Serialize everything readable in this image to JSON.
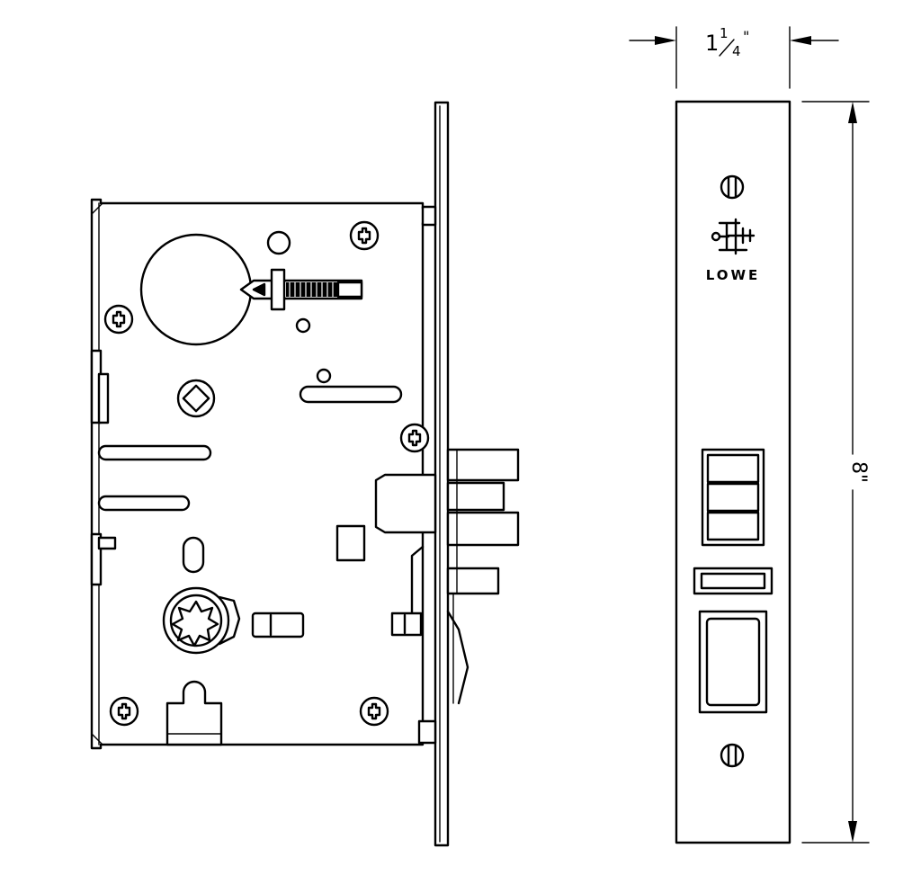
{
  "brand": {
    "name": "LOWE"
  },
  "dimensions": {
    "width_whole": "1",
    "width_num": "1",
    "width_den": "4",
    "width_mark": "\"",
    "height_label": "8\""
  }
}
